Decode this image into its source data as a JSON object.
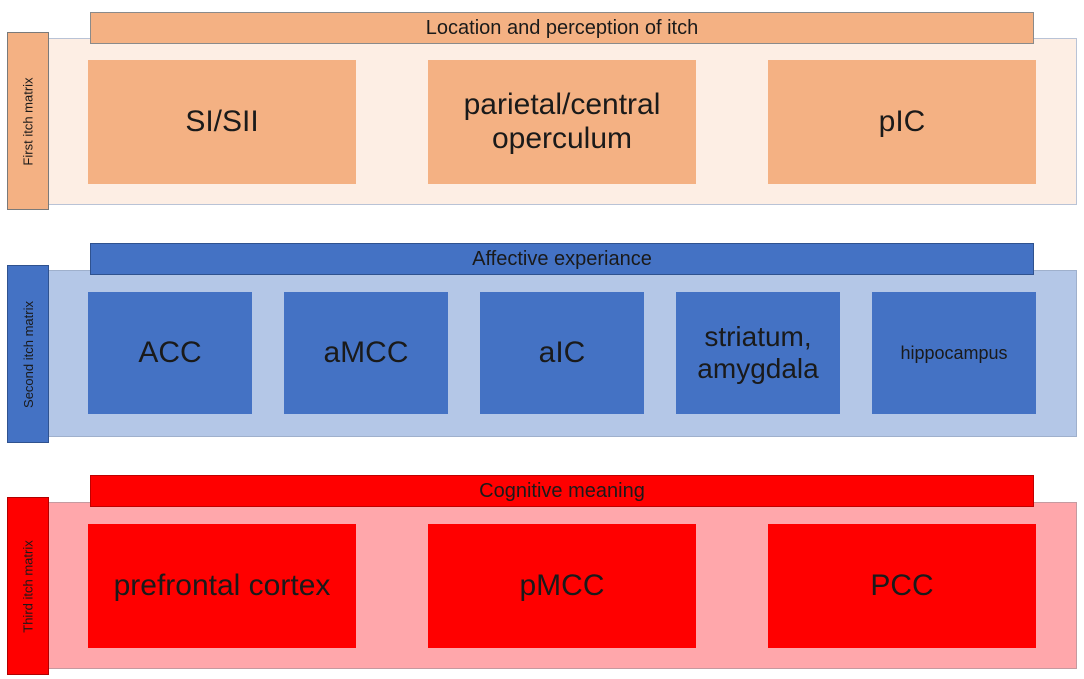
{
  "diagram": {
    "matrices": [
      {
        "side_label": "First itch matrix",
        "header": "Location and perception of itch",
        "boxes": [
          "SI/SII",
          "parietal/central operculum",
          "pIC"
        ]
      },
      {
        "side_label": "Second itch matrix",
        "header": "Affective experiance",
        "boxes": [
          "ACC",
          "aMCC",
          "aIC",
          "striatum, amygdala",
          "hippocampus"
        ]
      },
      {
        "side_label": "Third itch matrix",
        "header": "Cognitive meaning",
        "boxes": [
          "prefrontal cortex",
          "pMCC",
          "PCC"
        ]
      }
    ],
    "colors": {
      "first_band": "#fdeee4",
      "first_box": "#f4b183",
      "second_band": "#b4c7e7",
      "second_box": "#4472c4",
      "third_band": "#ffa7ab",
      "third_box": "#ff0000"
    }
  }
}
